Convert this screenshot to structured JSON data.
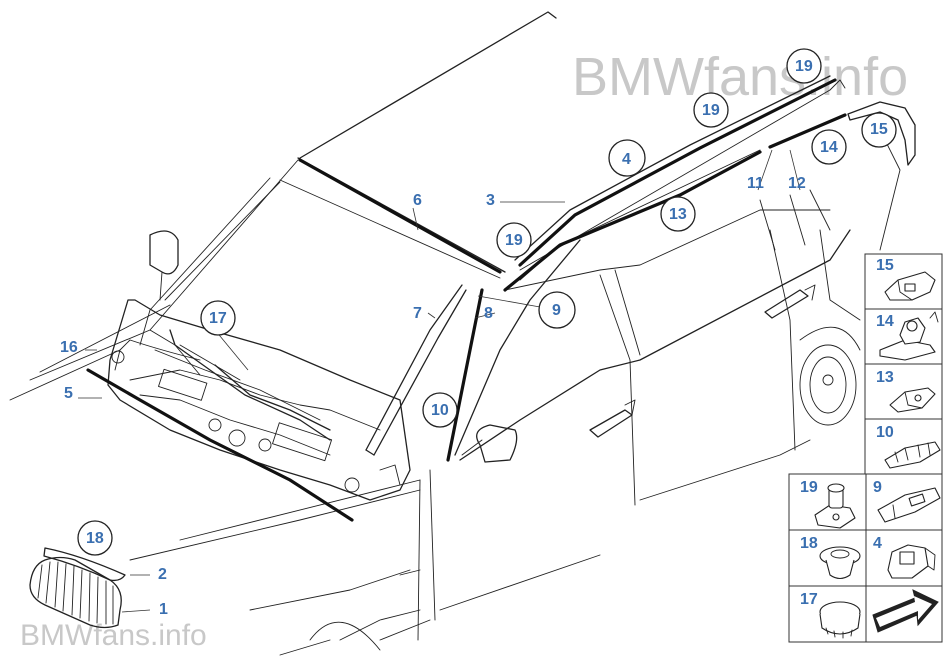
{
  "watermark_top": "BMWfans.info",
  "watermark_bottom": "BMWfans.info",
  "callouts": {
    "c1": "1",
    "c2": "2",
    "c3": "3",
    "c4": "4",
    "c5": "5",
    "c6": "6",
    "c7": "7",
    "c8": "8",
    "c9": "9",
    "c10": "10",
    "c11": "11",
    "c12": "12",
    "c13": "13",
    "c14": "14",
    "c15": "15",
    "c16": "16",
    "c17": "17",
    "c18": "18",
    "c19a": "19",
    "c19b": "19",
    "c19c": "19"
  },
  "parts_panel": {
    "p15": "15",
    "p14": "14",
    "p13": "13",
    "p10": "10",
    "p19": "19",
    "p9": "9",
    "p18": "18",
    "p4": "4",
    "p17": "17"
  }
}
